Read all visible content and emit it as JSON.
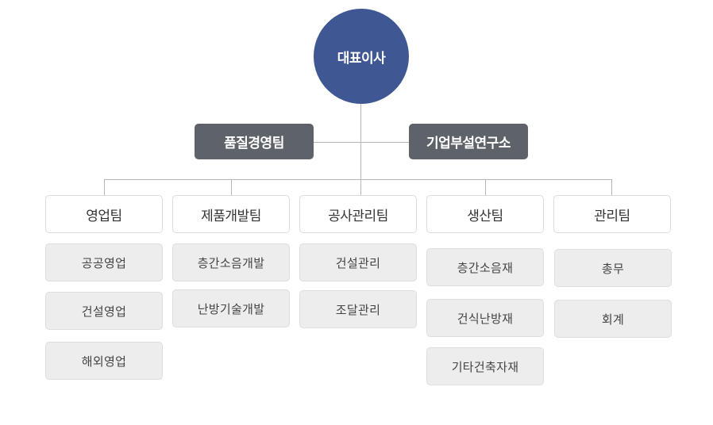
{
  "org": {
    "ceo": "대표이사",
    "staff": [
      "품질경영팀",
      "기업부설연구소"
    ],
    "teams": [
      {
        "name": "영업팀",
        "subs": [
          "공공영업",
          "건설영업",
          "해외영업"
        ]
      },
      {
        "name": "제품개발팀",
        "subs": [
          "층간소음개발",
          "난방기술개발"
        ]
      },
      {
        "name": "공사관리팀",
        "subs": [
          "건설관리",
          "조달관리"
        ]
      },
      {
        "name": "생산팀",
        "subs": [
          "층간소음재",
          "건식난방재",
          "기타건축자재"
        ]
      },
      {
        "name": "관리팀",
        "subs": [
          "총무",
          "회계"
        ]
      }
    ]
  },
  "colors": {
    "ceo_fill": "#3f5894",
    "staff_fill": "#5d6368",
    "sub_fill": "#ededed",
    "connector": "#b5b5b5"
  }
}
